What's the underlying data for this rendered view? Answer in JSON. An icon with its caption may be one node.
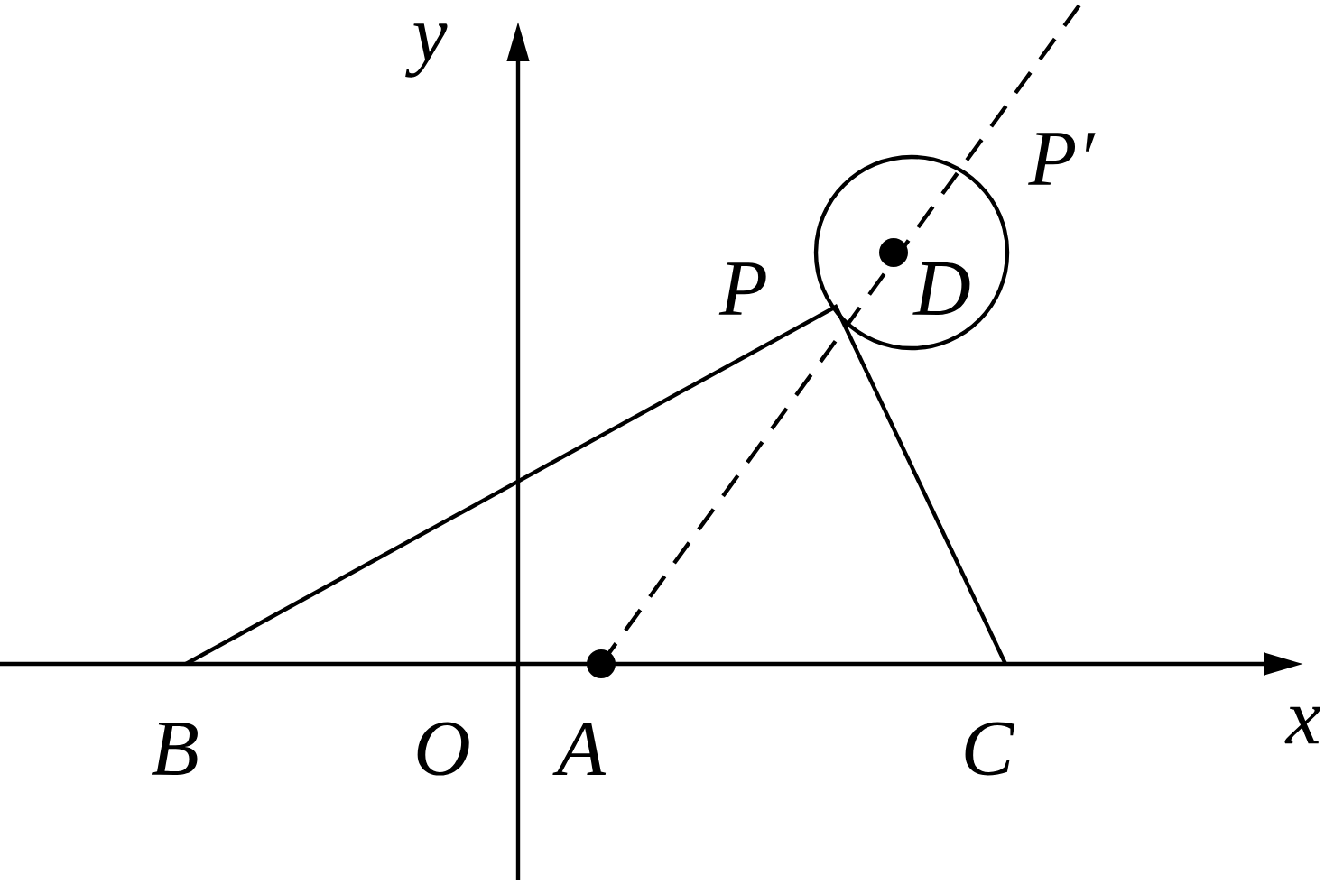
{
  "diagram": {
    "labels": [
      "y",
      "P′",
      "P",
      "D",
      "B",
      "O",
      "A",
      "C",
      "x"
    ]
  }
}
